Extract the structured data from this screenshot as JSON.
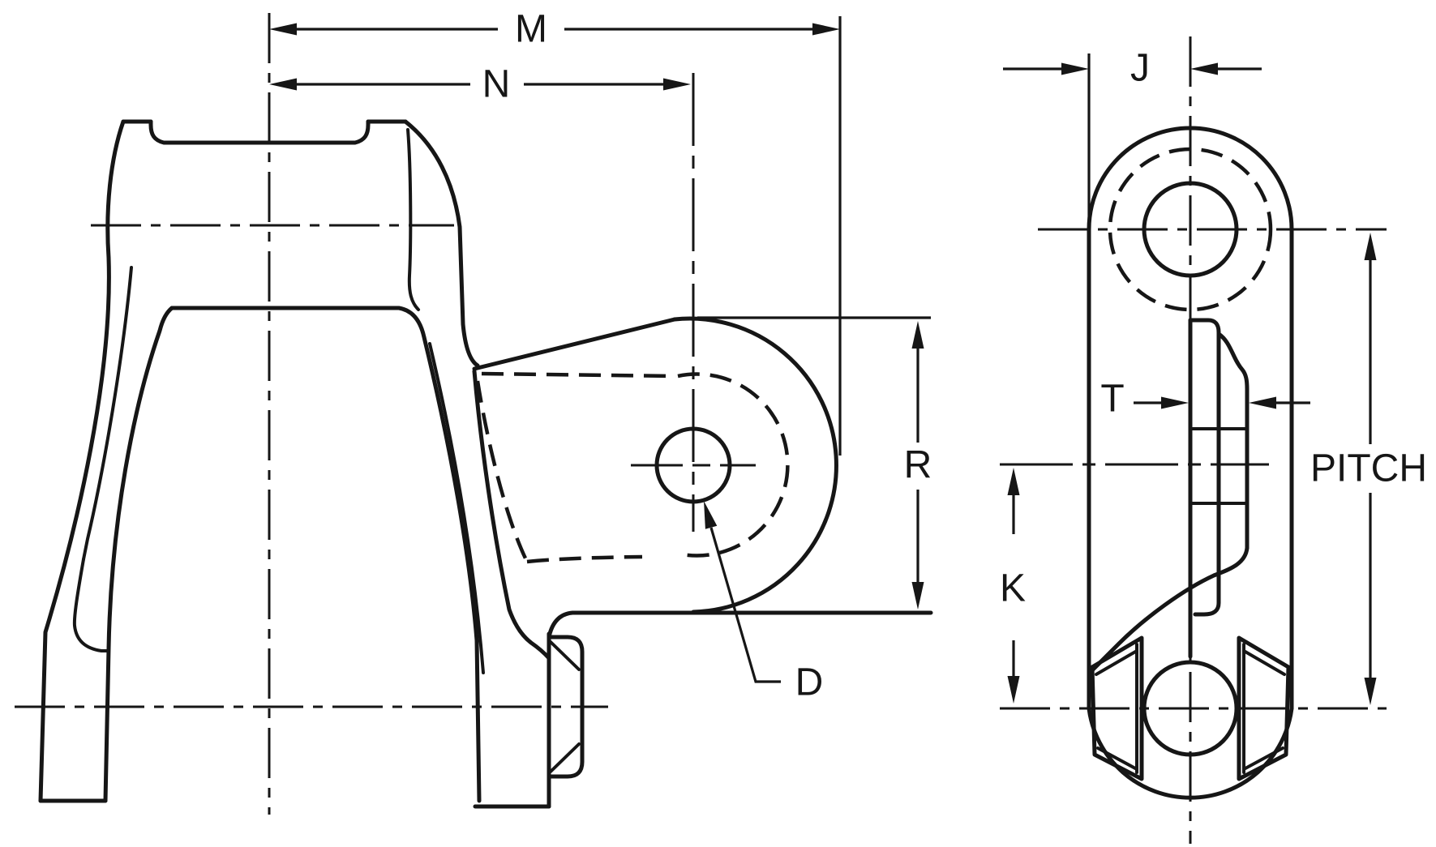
{
  "drawing": {
    "background_color": "#ffffff",
    "line_color": "#161616",
    "front_view": {
      "labels": {
        "m": "M",
        "n": "N",
        "r": "R",
        "d": "D"
      }
    },
    "side_view": {
      "labels": {
        "j": "J",
        "t": "T",
        "k": "K",
        "pitch": "PITCH"
      }
    }
  }
}
